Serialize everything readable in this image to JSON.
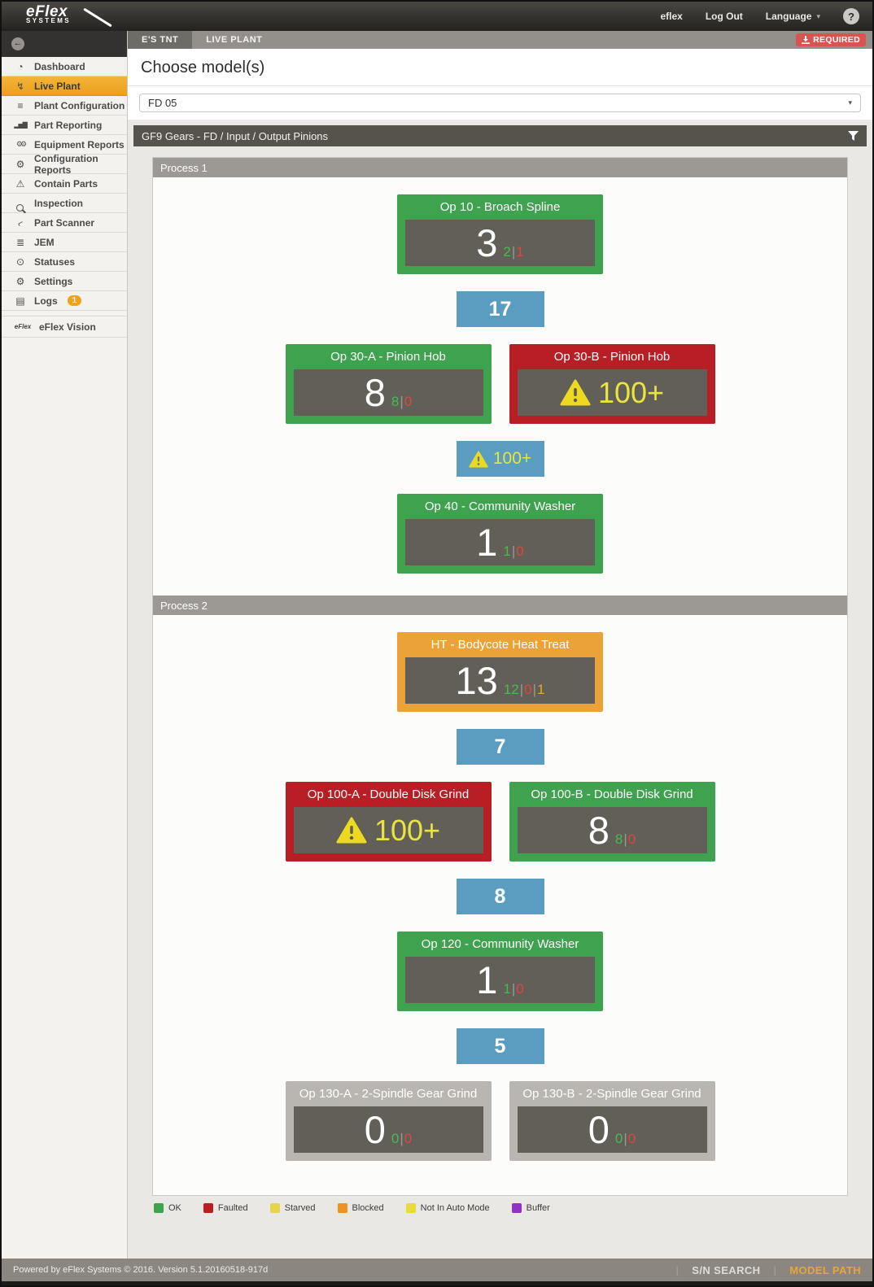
{
  "ui": {
    "pipe": "|",
    "caret": "▾",
    "back_arrow": "←"
  },
  "topbar": {
    "logo_line1": "eFlex",
    "logo_line2": "SYSTEMS",
    "user": "eflex",
    "logout": "Log Out",
    "language": "Language",
    "help": "?"
  },
  "tabs": [
    {
      "label": "E'S TNT"
    },
    {
      "label": "LIVE PLANT"
    }
  ],
  "required_badge": {
    "label": "REQUIRED"
  },
  "sidebar": {
    "items": [
      {
        "label": "Dashboard",
        "glyph": "◔"
      },
      {
        "label": "Live Plant",
        "glyph": "↯",
        "state": "active"
      },
      {
        "label": "Plant Configuration",
        "glyph": "≡"
      },
      {
        "label": "Part Reporting",
        "glyph": "▂▅▇"
      },
      {
        "label": "Equipment Reports",
        "glyph": "⚙⚙"
      },
      {
        "label": "Configuration Reports",
        "glyph": "⚙"
      },
      {
        "label": "Contain Parts",
        "glyph": "⚠"
      },
      {
        "label": "Inspection",
        "glyph": ""
      },
      {
        "label": "Part Scanner",
        "glyph": "⌐"
      },
      {
        "label": "JEM",
        "glyph": "≣"
      },
      {
        "label": "Statuses",
        "glyph": "⊙"
      },
      {
        "label": "Settings",
        "glyph": "⚙"
      },
      {
        "label": "Logs",
        "glyph": "▤",
        "badge": "1"
      },
      {
        "label": "eFlex Vision",
        "glyph": "eFlex"
      }
    ]
  },
  "model_select": {
    "heading": "Choose model(s)",
    "value": "FD 05"
  },
  "line_header": "GF9 Gears - FD / Input / Output Pinions",
  "processes": [
    {
      "name": "Process 1",
      "rows": [
        {
          "cards": [
            {
              "title": "Op 10 - Broach Spline",
              "status": "ok",
              "count": "3",
              "splits": [
                {
                  "v": "2",
                  "c": "green"
                },
                {
                  "v": "1",
                  "c": "red"
                }
              ]
            }
          ]
        },
        {
          "buffer": {
            "value": "17"
          }
        },
        {
          "cards": [
            {
              "title": "Op 30-A - Pinion Hob",
              "status": "ok",
              "count": "8",
              "splits": [
                {
                  "v": "8",
                  "c": "green"
                },
                {
                  "v": "0",
                  "c": "red"
                }
              ]
            },
            {
              "title": "Op 30-B - Pinion Hob",
              "status": "faulted",
              "warning": true,
              "count": "100+"
            }
          ]
        },
        {
          "buffer": {
            "value": "100+",
            "warning": true
          }
        },
        {
          "cards": [
            {
              "title": "Op 40 - Community Washer",
              "status": "ok",
              "count": "1",
              "splits": [
                {
                  "v": "1",
                  "c": "green"
                },
                {
                  "v": "0",
                  "c": "red"
                }
              ]
            }
          ]
        }
      ]
    },
    {
      "name": "Process 2",
      "rows": [
        {
          "cards": [
            {
              "title": "HT - Bodycote Heat Treat",
              "status": "blocked",
              "count": "13",
              "splits": [
                {
                  "v": "12",
                  "c": "green"
                },
                {
                  "v": "0",
                  "c": "red"
                },
                {
                  "v": "1",
                  "c": "orange"
                }
              ]
            }
          ]
        },
        {
          "buffer": {
            "value": "7"
          }
        },
        {
          "cards": [
            {
              "title": "Op 100-A - Double Disk Grind",
              "status": "faulted",
              "warning": true,
              "count": "100+"
            },
            {
              "title": "Op 100-B - Double Disk Grind",
              "status": "ok",
              "count": "8",
              "splits": [
                {
                  "v": "8",
                  "c": "green"
                },
                {
                  "v": "0",
                  "c": "red"
                }
              ]
            }
          ]
        },
        {
          "buffer": {
            "value": "8"
          }
        },
        {
          "cards": [
            {
              "title": "Op 120 - Community Washer",
              "status": "ok",
              "count": "1",
              "splits": [
                {
                  "v": "1",
                  "c": "green"
                },
                {
                  "v": "0",
                  "c": "red"
                }
              ]
            }
          ]
        },
        {
          "buffer": {
            "value": "5"
          }
        },
        {
          "cards": [
            {
              "title": "Op 130-A - 2-Spindle Gear Grind",
              "status": "idle",
              "count": "0",
              "splits": [
                {
                  "v": "0",
                  "c": "green"
                },
                {
                  "v": "0",
                  "c": "red"
                }
              ]
            },
            {
              "title": "Op 130-B - 2-Spindle Gear Grind",
              "status": "idle",
              "count": "0",
              "splits": [
                {
                  "v": "0",
                  "c": "green"
                },
                {
                  "v": "0",
                  "c": "red"
                }
              ]
            }
          ]
        }
      ]
    }
  ],
  "legend": [
    {
      "label": "OK",
      "color": "#3ea24f"
    },
    {
      "label": "Faulted",
      "color": "#b71f24"
    },
    {
      "label": "Starved",
      "color": "#e5d44c"
    },
    {
      "label": "Blocked",
      "color": "#ee9222"
    },
    {
      "label": "Not In Auto Mode",
      "color": "#e8dc3a"
    },
    {
      "label": "Buffer",
      "color": "#9031c8"
    }
  ],
  "footer": {
    "powered": "Powered by eFlex Systems © 2016. Version 5.1.20160518-917d",
    "sn_search": "S/N SEARCH",
    "model_path": "MODEL PATH"
  }
}
